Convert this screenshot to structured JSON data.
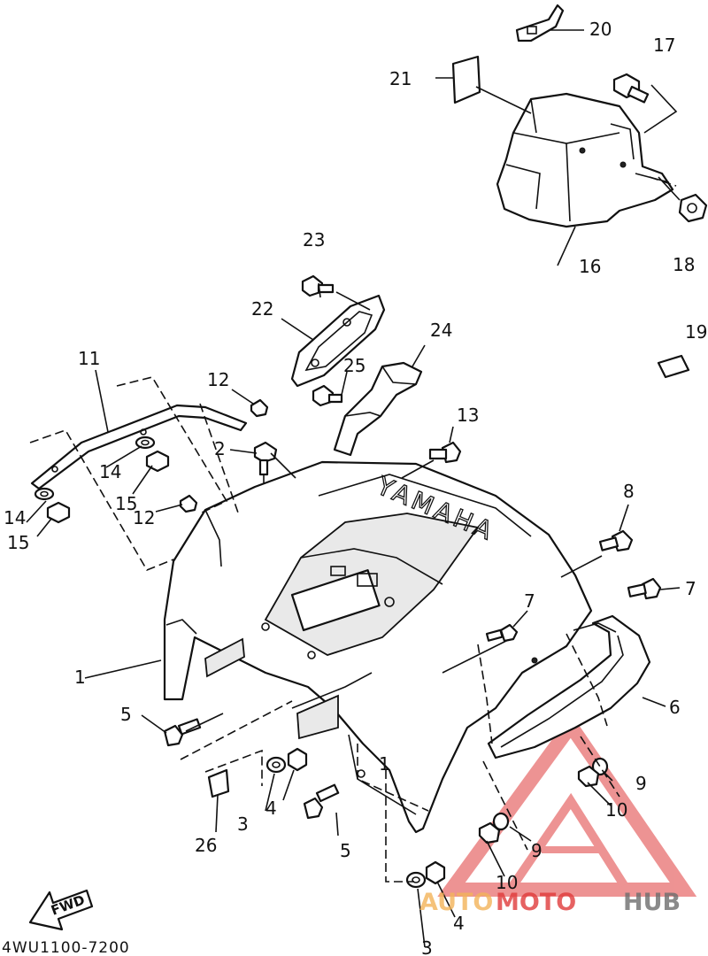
{
  "diagram": {
    "drawing_code": "4WU1100-7200",
    "direction_label": "FWD",
    "embossed_text": "YAMAHA",
    "callouts": [
      {
        "id": "c1a",
        "text": "1"
      },
      {
        "id": "c1b",
        "text": "1"
      },
      {
        "id": "c2",
        "text": "2"
      },
      {
        "id": "c3a",
        "text": "3"
      },
      {
        "id": "c3b",
        "text": "3"
      },
      {
        "id": "c4a",
        "text": "4"
      },
      {
        "id": "c4b",
        "text": "4"
      },
      {
        "id": "c5a",
        "text": "5"
      },
      {
        "id": "c5b",
        "text": "5"
      },
      {
        "id": "c6",
        "text": "6"
      },
      {
        "id": "c7a",
        "text": "7"
      },
      {
        "id": "c7b",
        "text": "7"
      },
      {
        "id": "c8",
        "text": "8"
      },
      {
        "id": "c9a",
        "text": "9"
      },
      {
        "id": "c9b",
        "text": "9"
      },
      {
        "id": "c10a",
        "text": "10"
      },
      {
        "id": "c10b",
        "text": "10"
      },
      {
        "id": "c11",
        "text": "11"
      },
      {
        "id": "c12a",
        "text": "12"
      },
      {
        "id": "c12b",
        "text": "12"
      },
      {
        "id": "c13",
        "text": "13"
      },
      {
        "id": "c14a",
        "text": "14"
      },
      {
        "id": "c14b",
        "text": "14"
      },
      {
        "id": "c15a",
        "text": "15"
      },
      {
        "id": "c15b",
        "text": "15"
      },
      {
        "id": "c16",
        "text": "16"
      },
      {
        "id": "c17",
        "text": "17"
      },
      {
        "id": "c18",
        "text": "18"
      },
      {
        "id": "c19",
        "text": "19"
      },
      {
        "id": "c20",
        "text": "20"
      },
      {
        "id": "c21",
        "text": "21"
      },
      {
        "id": "c22",
        "text": "22"
      },
      {
        "id": "c23",
        "text": "23"
      },
      {
        "id": "c24",
        "text": "24"
      },
      {
        "id": "c25",
        "text": "25"
      },
      {
        "id": "c26",
        "text": "26"
      }
    ]
  },
  "watermark": {
    "part1": "AUTO",
    "part2": "MOTO",
    "part3": "HUB",
    "colors": {
      "auto": "#f3b45a",
      "moto": "#e03b3b",
      "hub": "#6d6d6d",
      "logo": "#e03b3b"
    }
  }
}
